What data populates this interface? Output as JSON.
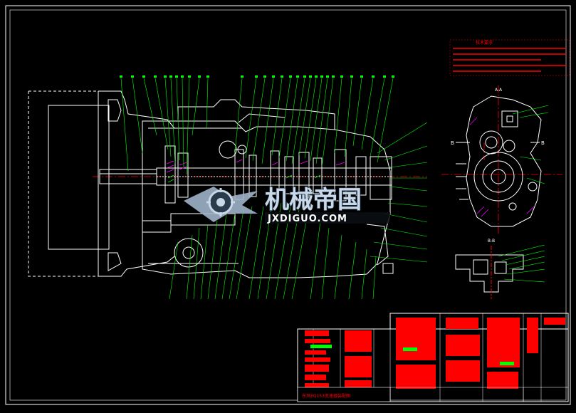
{
  "drawing": {
    "background": "#000000",
    "colors": {
      "frame": "#ffffff",
      "outline": "#ffffff",
      "leader": "#00ff00",
      "centerline": "#ff0000",
      "notes": "#ff0000",
      "table_fill": "#ff0000",
      "table_highlight": "#00ff00",
      "hatch": "#ff00ff",
      "watermark": "#c8d8e8"
    },
    "section_labels": {
      "aa": "A-A",
      "bb": "B-B",
      "b_left": "B",
      "b_right": "B"
    },
    "notes_title": "技术要求",
    "title_block_text": "东风EQ153变速器装配图",
    "watermark": {
      "cn": "机械帝国",
      "en": "JXDIGUO.COM"
    }
  }
}
